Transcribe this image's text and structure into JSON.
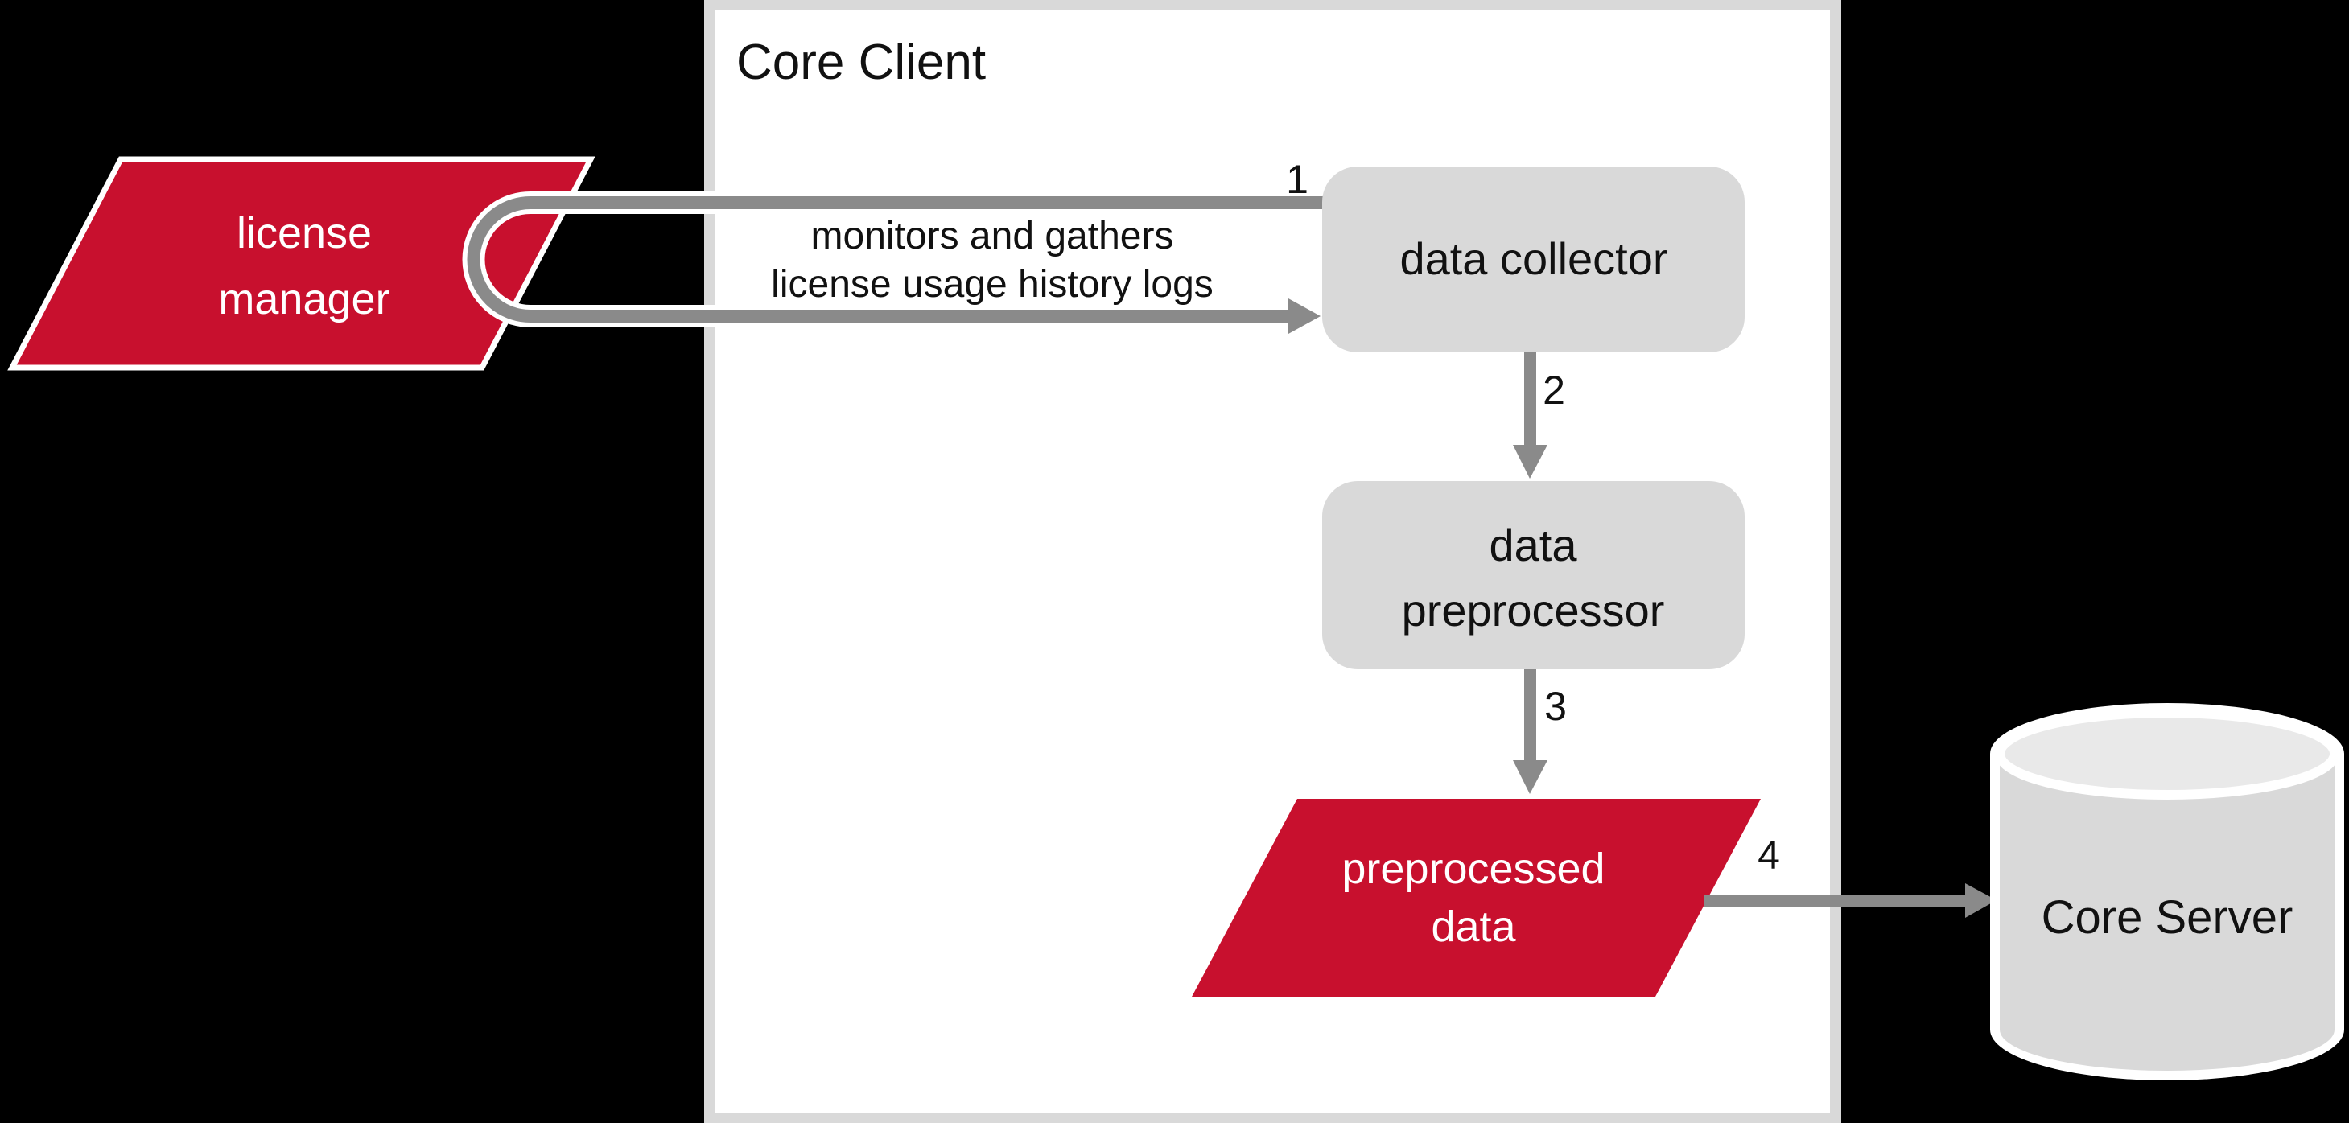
{
  "colors": {
    "background": "#000000",
    "brand_red": "#c8102e",
    "node_gray": "#d9d9d9",
    "cylinder_top_gray": "#e9e9e9",
    "arrow_gray": "#8a8a8a",
    "frame_gray": "#d9d9d9",
    "text_dark": "#111111",
    "text_light": "#ffffff"
  },
  "core_client": {
    "title": "Core Client"
  },
  "nodes": {
    "license_manager": {
      "lines": [
        "license",
        "manager"
      ]
    },
    "data_collector": {
      "label": "data collector"
    },
    "data_preprocessor": {
      "lines": [
        "data",
        "preprocessor"
      ]
    },
    "preprocessed_data": {
      "lines": [
        "preprocessed",
        "data"
      ]
    },
    "core_server": {
      "label": "Core Server"
    }
  },
  "captions": {
    "arrow1": {
      "lines": [
        "monitors and gathers",
        "license usage history logs"
      ]
    }
  },
  "step_labels": {
    "step1": "1",
    "step2": "2",
    "step3": "3",
    "step4": "4"
  }
}
